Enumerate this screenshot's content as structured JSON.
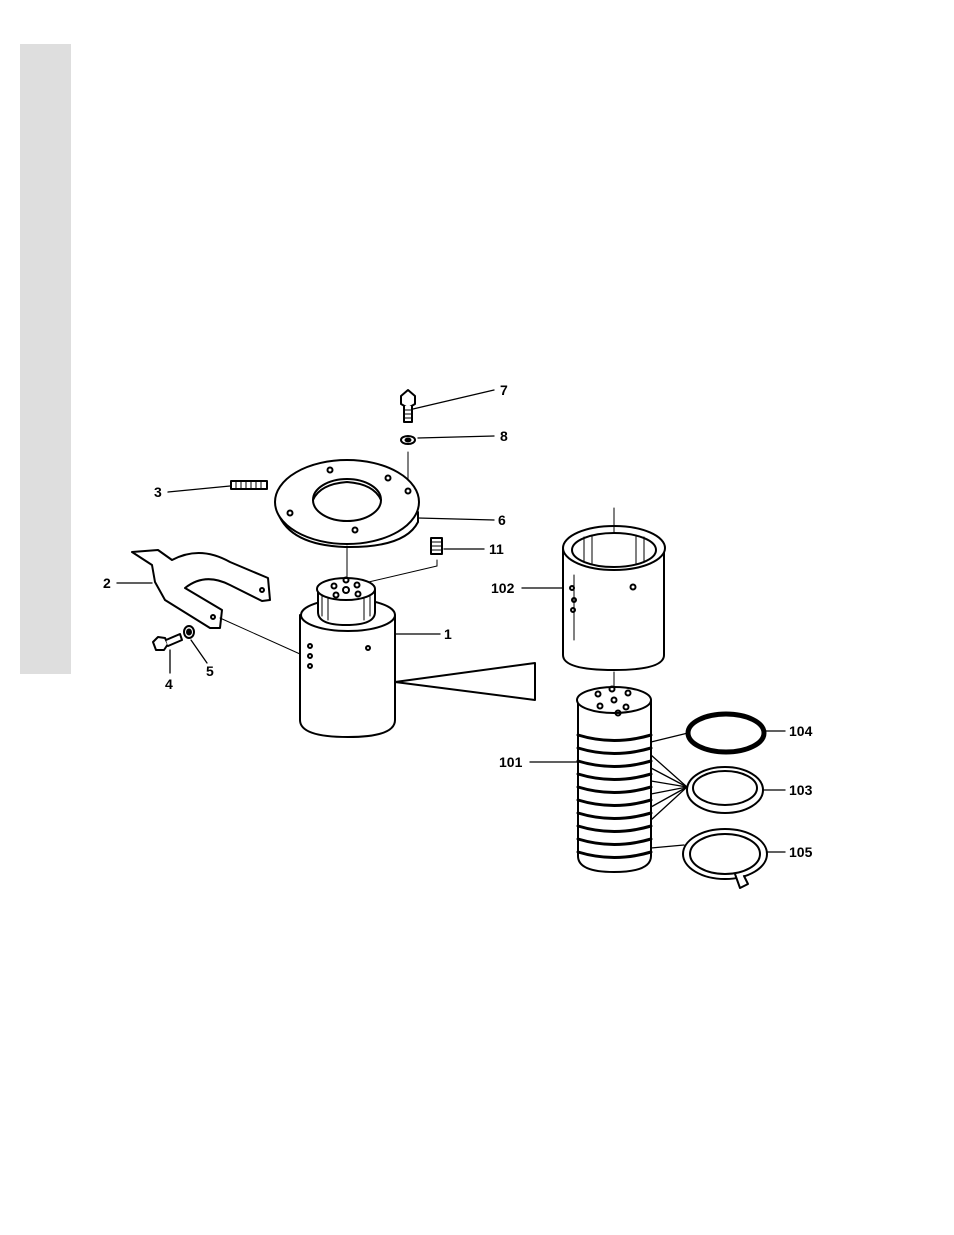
{
  "diagram": {
    "callouts": {
      "c1": "1",
      "c2": "2",
      "c3": "3",
      "c4": "4",
      "c5": "5",
      "c6": "6",
      "c7": "7",
      "c8": "8",
      "c11": "11",
      "c101": "101",
      "c102": "102",
      "c103": "103",
      "c104": "104",
      "c105": "105"
    }
  }
}
